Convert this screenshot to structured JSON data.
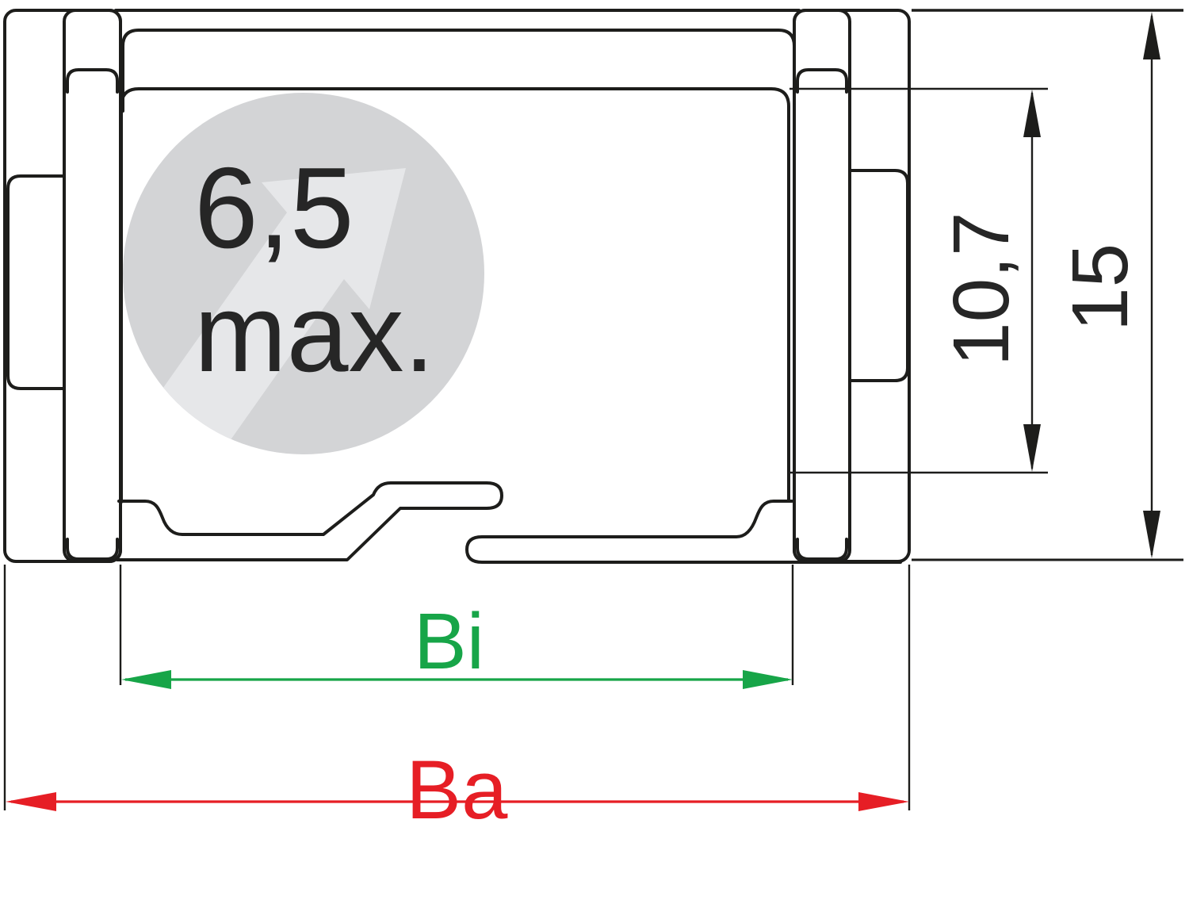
{
  "drawing": {
    "callout": {
      "value": "6,5",
      "qualifier": "max."
    },
    "dimensions": {
      "inner_height_label": "10,7",
      "outer_height_label": "15",
      "inner_width_label": "Bi",
      "outer_width_label": "Ba"
    },
    "colors": {
      "line": "#1d1d1b",
      "text": "#262626",
      "inner_width_accent": "#17a548",
      "outer_width_accent": "#e61e25",
      "callout_circle": "#d3d4d6",
      "callout_arrow": "#e6e7e9"
    }
  }
}
